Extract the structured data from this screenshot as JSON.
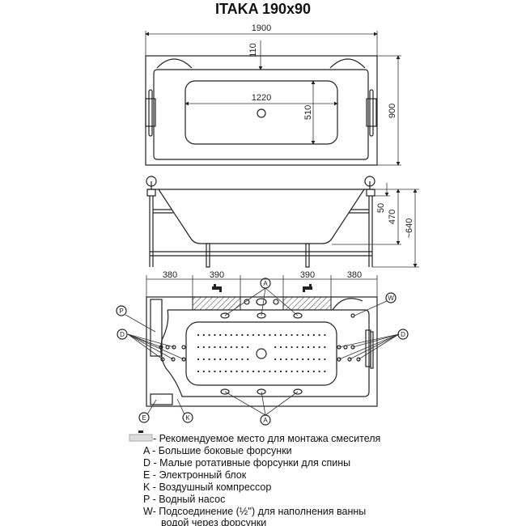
{
  "title": "ITAKA 190x90",
  "top_view": {
    "length": "1900",
    "width": "900",
    "rim_offset": "110",
    "basin_length": "1220",
    "basin_width": "510"
  },
  "side_view": {
    "rim": "50",
    "depth": "470",
    "height": "~640"
  },
  "plan_view": {
    "dims": [
      "380",
      "390",
      "390",
      "380"
    ],
    "labels": {
      "A": "A",
      "D": "D",
      "E": "E",
      "K": "K",
      "P": "P",
      "W": "W"
    }
  },
  "legend": [
    "- Рекомендуемое место для монтажа смесителя",
    "A - Большие боковые форсунки",
    "D - Малые ротативные форсунки для спины",
    "E - Электронный блок",
    "K - Воздушный компрессор",
    "P - Водный насос",
    "W- Подсоединение (½'') для наполнения ванны",
    "водой через форсунки"
  ],
  "colors": {
    "line": "#222222",
    "background": "#ffffff"
  }
}
